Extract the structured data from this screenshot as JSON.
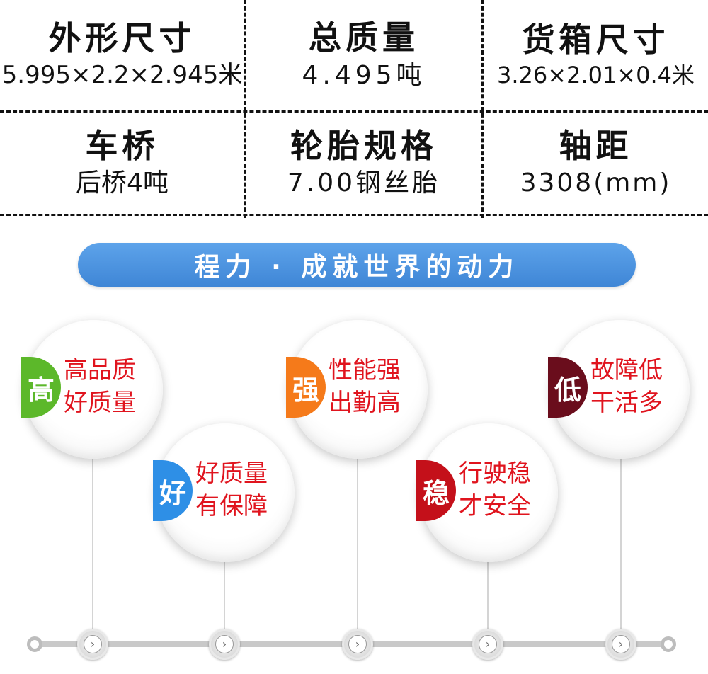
{
  "specs": [
    {
      "label": "外形尺寸",
      "value": "5.995×2.2×2.945米"
    },
    {
      "label": "总质量",
      "value": "4.495吨"
    },
    {
      "label": "货箱尺寸",
      "value": "3.26×2.01×0.4米"
    },
    {
      "label": "车桥",
      "value": "后桥4吨"
    },
    {
      "label": "轮胎规格",
      "value": "7.00钢丝胎"
    },
    {
      "label": "轴距",
      "value": "3308(mm)"
    }
  ],
  "slogan": "程力 · 成就世界的动力",
  "features": [
    {
      "badge": "高",
      "line1": "高品质",
      "line2": "好质量",
      "color": "#5cb82a"
    },
    {
      "badge": "好",
      "line1": "好质量",
      "line2": "有保障",
      "color": "#2e8fe6"
    },
    {
      "badge": "强",
      "line1": "性能强",
      "line2": "出勤高",
      "color": "#f57a1a"
    },
    {
      "badge": "稳",
      "line1": "行驶稳",
      "line2": "才安全",
      "color": "#c4101a"
    },
    {
      "badge": "低",
      "line1": "故障低",
      "line2": "干活多",
      "color": "#6a0d1c"
    }
  ],
  "timeline_arrow": "›"
}
